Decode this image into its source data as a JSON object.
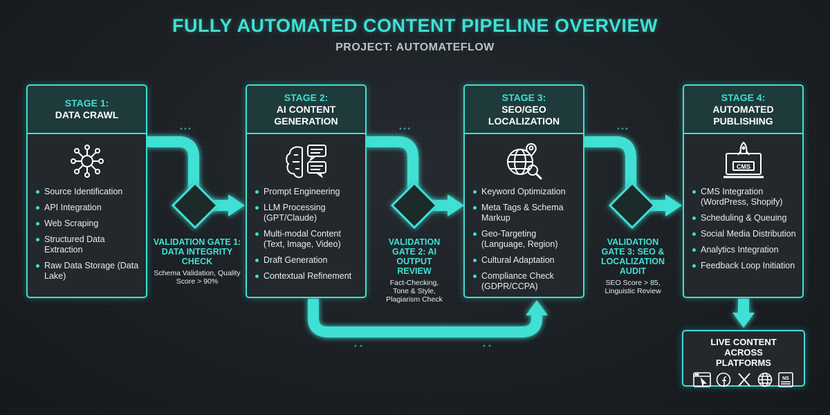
{
  "header": {
    "title": "FULLY AUTOMATED CONTENT PIPELINE OVERVIEW",
    "subtitle": "PROJECT: AUTOMATEFLOW"
  },
  "colors": {
    "accent": "#3fe0d4",
    "background": "#1a1e22",
    "card": "#23282d",
    "card_header": "#1f3a3b"
  },
  "stages": [
    {
      "number": "STAGE 1:",
      "name": "DATA CRAWL",
      "icon": "spider-network-icon",
      "items": [
        "Source Identification",
        "API Integration",
        "Web Scraping",
        "Structured Data Extraction",
        "Raw Data Storage (Data Lake)"
      ]
    },
    {
      "number": "STAGE 2:",
      "name": "AI CONTENT GENERATION",
      "icon": "brain-chat-icon",
      "items": [
        "Prompt Engineering",
        "LLM Processing (GPT/Claude)",
        "Multi-modal Content (Text, Image, Video)",
        "Draft Generation",
        "Contextual Refinement"
      ]
    },
    {
      "number": "STAGE 3:",
      "name": "SEO/GEO LOCALIZATION",
      "icon": "globe-magnifier-icon",
      "items": [
        "Keyword Optimization",
        "Meta Tags & Schema Markup",
        "Geo-Targeting (Language, Region)",
        "Cultural Adaptation",
        "Compliance Check (GDPR/CCPA)"
      ]
    },
    {
      "number": "STAGE 4:",
      "name": "AUTOMATED PUBLISHING",
      "icon": "cms-rocket-icon",
      "items": [
        "CMS Integration (WordPress, Shopify)",
        "Scheduling & Queuing",
        "Social Media Distribution",
        "Analytics Integration",
        "Feedback Loop Initiation"
      ]
    }
  ],
  "gates": [
    {
      "title": "VALIDATION GATE 1: DATA INTEGRITY CHECK",
      "desc": "Schema Validation, Quality Score > 90%"
    },
    {
      "title": "VALIDATION GATE 2: AI OUTPUT REVIEW",
      "desc": "Fact-Checking, Tone & Style, Plagiarism Check"
    },
    {
      "title": "VALIDATION GATE 3: SEO & LOCALIZATION AUDIT",
      "desc": "SEO Score > 85, Linguistic Review"
    }
  ],
  "output": {
    "title": "LIVE CONTENT ACROSS PLATFORMS",
    "icons": [
      "browser-cursor-icon",
      "facebook-icon",
      "x-icon",
      "globe-icon",
      "news-icon"
    ]
  }
}
